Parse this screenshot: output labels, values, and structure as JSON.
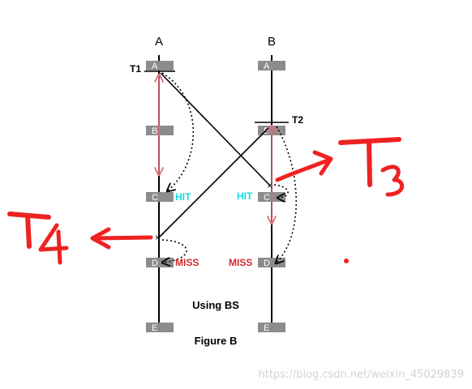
{
  "axes": {
    "a_title": "A",
    "b_title": "B"
  },
  "boxes": {
    "a": [
      "A",
      "B",
      "C",
      "D",
      "E"
    ],
    "b": [
      "A",
      "B",
      "C",
      "D",
      "E"
    ]
  },
  "labels": {
    "t1": "T1",
    "t2": "T2",
    "hit_left": "HIT",
    "hit_right": "HIT",
    "miss_left": "MISS",
    "miss_right": "MISS"
  },
  "captions": {
    "using": "Using BS",
    "figure": "Figure B"
  },
  "watermark": "https://blog.csdn.net/weixin_45029839",
  "colors": {
    "box": "#8c8c8c",
    "hit": "#17d9e0",
    "miss": "#d42a2a",
    "pink_arrow": "#e06a78",
    "annotation": "#ef2222"
  }
}
